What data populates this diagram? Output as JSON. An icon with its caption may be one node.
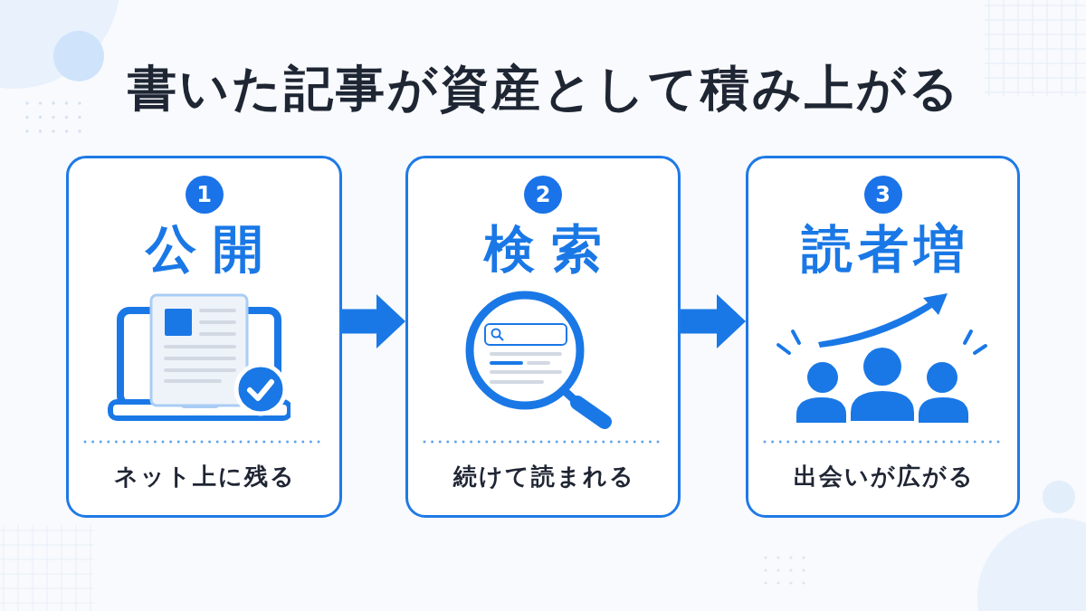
{
  "diagram": {
    "title": "書いた記事が資産として積み上がる",
    "nodes": [
      {
        "text": [
          "公開",
          "ネット上に残る"
        ]
      },
      {
        "text": [
          "1"
        ],
        "in": 0
      },
      {
        "text": [
          "検索",
          "続けて読まれる"
        ]
      },
      {
        "text": [
          "2"
        ],
        "in": 2
      },
      {
        "text": [
          "読者増",
          "出会いが広がる"
        ]
      },
      {
        "text": [
          "3"
        ],
        "in": 4
      }
    ],
    "edges": [
      {
        "from": 0,
        "to": 2,
        "arrow": "to"
      },
      {
        "from": 2,
        "to": 4,
        "arrow": "to"
      }
    ]
  }
}
